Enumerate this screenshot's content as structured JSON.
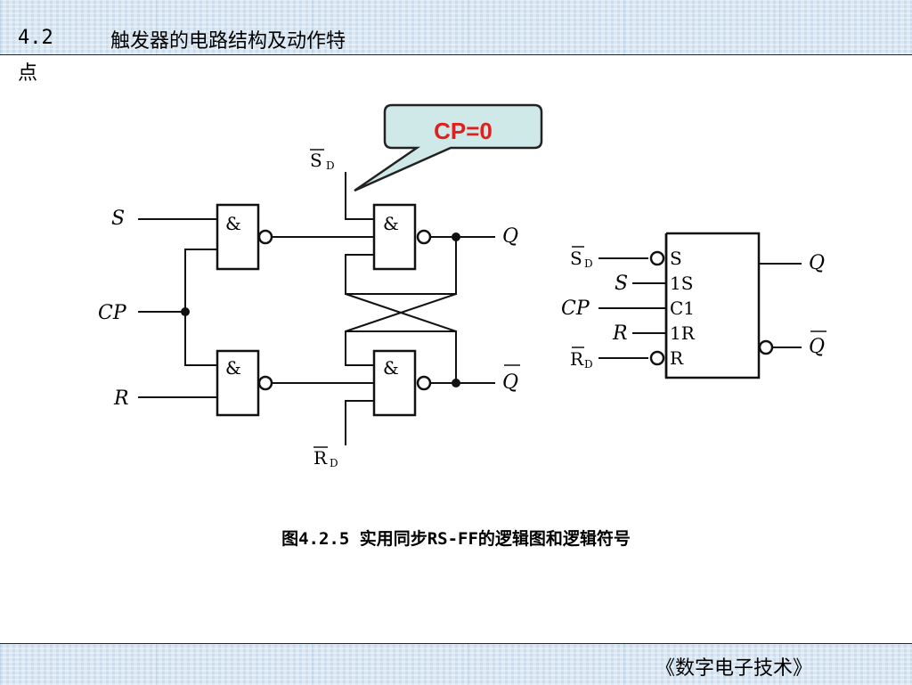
{
  "header": {
    "section_number": "4.2",
    "title": "触发器的电路结构及动作特",
    "title_wrap": "点"
  },
  "callout": {
    "text": "CP=0",
    "fill": "#cfe8e8",
    "text_color": "#e0201e"
  },
  "circuit": {
    "input_s": "S",
    "input_cp": "CP",
    "input_r": "R",
    "set_main": "S",
    "set_sub": "D",
    "reset_main": "R",
    "reset_sub": "D",
    "output_q": "Q",
    "output_qbar": "Q",
    "gate_symbol": "&"
  },
  "symbol_block": {
    "sd_main": "S",
    "sd_sub": "D",
    "s_label": "S",
    "cp_label": "CP",
    "r_label": "R",
    "rd_main": "R",
    "rd_sub": "D",
    "pin_s": "S",
    "pin_1s": "1S",
    "pin_c1": "C1",
    "pin_1r": "1R",
    "pin_r": "R",
    "out_q": "Q",
    "out_qbar": "Q"
  },
  "caption": "图4.2.5  实用同步RS-FF的逻辑图和逻辑符号",
  "footer": {
    "text": "《数字电子技术》"
  }
}
